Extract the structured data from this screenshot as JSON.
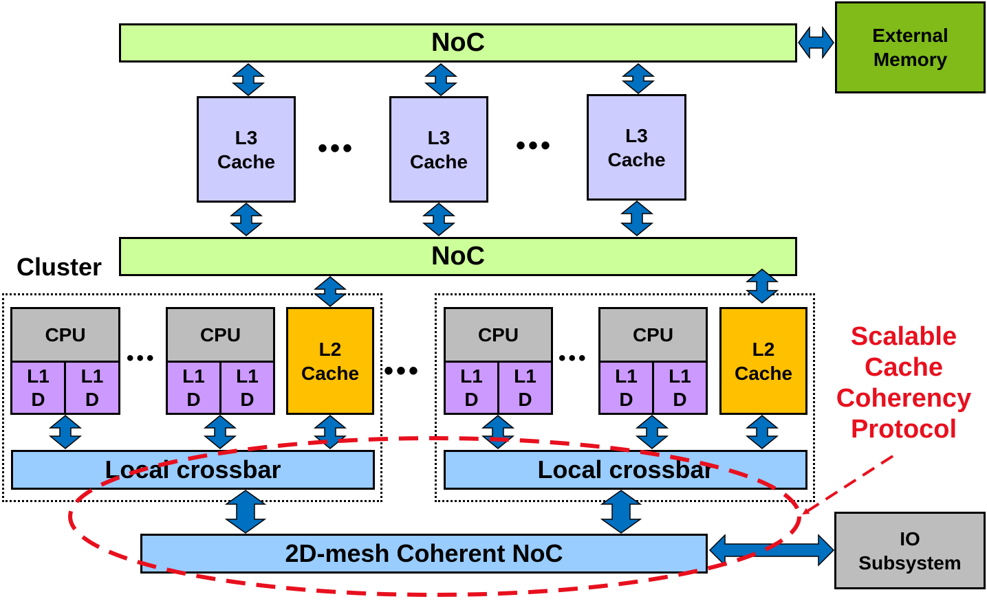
{
  "diagram": {
    "top_noc": "NoC",
    "mid_noc": "NoC",
    "external_memory": "External\nMemory",
    "l3_caches": [
      "L3\nCache",
      "L3\nCache",
      "L3\nCache"
    ],
    "cluster_label": "Cluster",
    "clusters": [
      {
        "cpus": [
          {
            "cpu": "CPU",
            "l1": [
              "L1\nD",
              "L1\nD"
            ]
          },
          {
            "cpu": "CPU",
            "l1": [
              "L1\nD",
              "L1\nD"
            ]
          }
        ],
        "l2": "L2\nCache",
        "crossbar": "Local crossbar"
      },
      {
        "cpus": [
          {
            "cpu": "CPU",
            "l1": [
              "L1\nD",
              "L1\nD"
            ]
          },
          {
            "cpu": "CPU",
            "l1": [
              "L1\nD",
              "L1\nD"
            ]
          }
        ],
        "l2": "L2\nCache",
        "crossbar": "Local crossbar"
      }
    ],
    "mesh_noc": "2D-mesh Coherent NoC",
    "io_subsystem": "IO\nSubsystem",
    "annotation": "Scalable\nCache\nCoherency\nProtocol",
    "ellipsis": "•••"
  },
  "colors": {
    "noc": "#ccff99",
    "l3_cache": "#ccccff",
    "external_memory": "#80bb1a",
    "io_subsystem": "#bdbdbd",
    "cpu": "#bdbdbd",
    "l1": "#cc99ff",
    "l2": "#ffc000",
    "crossbar": "#99ccff",
    "arrow": "#0070c0",
    "annotation": "#e8101e"
  }
}
